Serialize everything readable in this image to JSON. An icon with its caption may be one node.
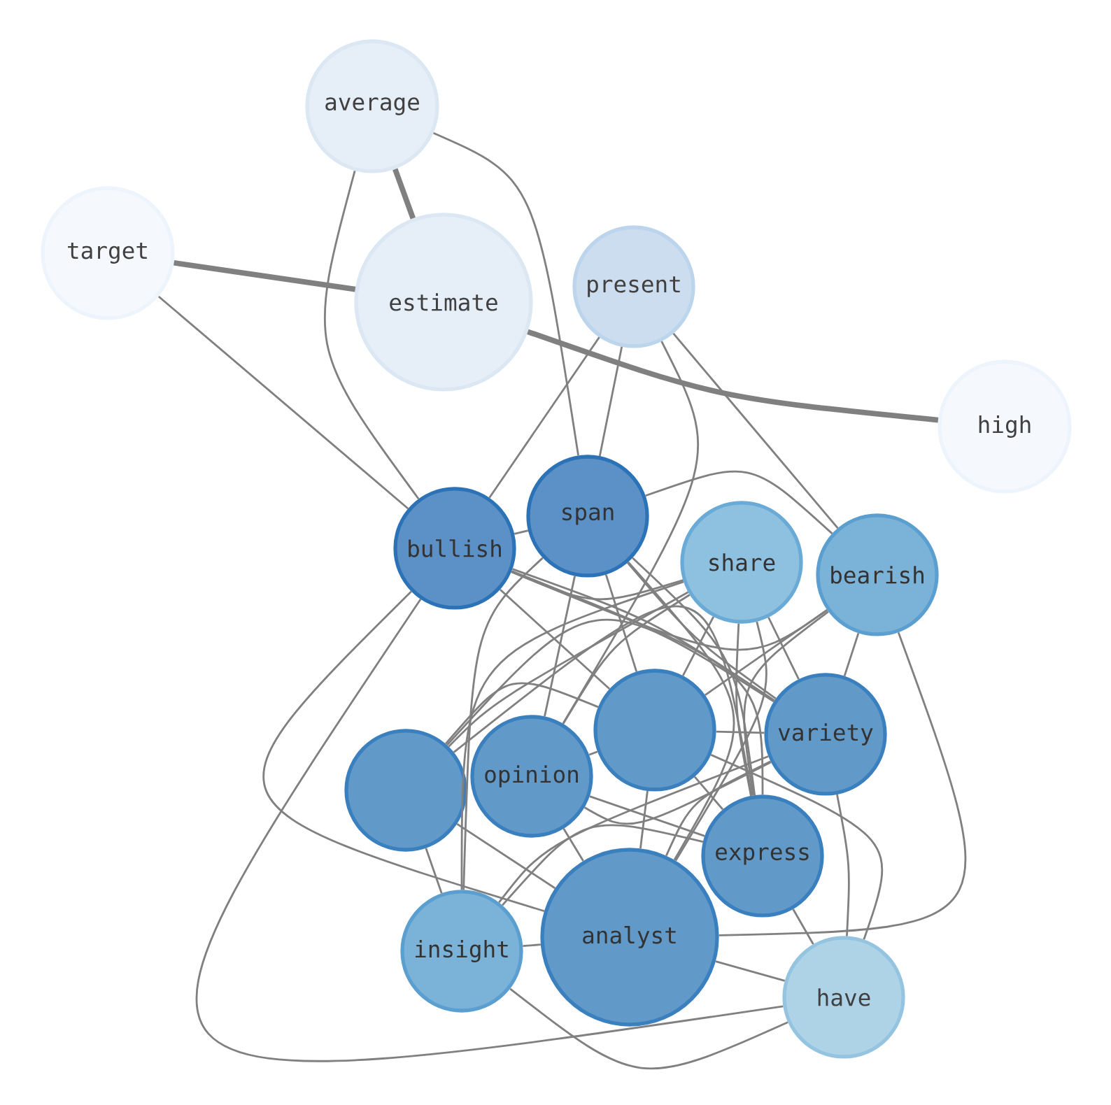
{
  "diagram": {
    "nodes": [
      {
        "text": [
          "average"
        ]
      },
      {
        "text": [
          "target"
        ]
      },
      {
        "text": [
          "estimate"
        ]
      },
      {
        "text": [
          "present"
        ]
      },
      {
        "text": [
          "high"
        ]
      },
      {
        "text": [
          "span"
        ]
      },
      {
        "text": [
          "bullish"
        ]
      },
      {
        "text": [
          "share"
        ]
      },
      {
        "text": [
          "bearish"
        ]
      },
      {
        "text": [],
        "shape": "circle"
      },
      {
        "text": [
          "variety"
        ]
      },
      {
        "text": [
          "opinion"
        ]
      },
      {
        "text": [],
        "shape": "circle"
      },
      {
        "text": [
          "express"
        ]
      },
      {
        "text": [
          "analyst"
        ]
      },
      {
        "text": [
          "insight"
        ]
      },
      {
        "text": [
          "have"
        ]
      }
    ],
    "edges": [
      {
        "from": 0,
        "to": 2,
        "arrow": "none",
        "style": "thick"
      },
      {
        "from": 1,
        "to": 2,
        "arrow": "none",
        "style": "thick"
      },
      {
        "from": 2,
        "to": 4,
        "arrow": "none",
        "style": "thick"
      },
      {
        "from": 0,
        "to": 6,
        "arrow": "none"
      },
      {
        "from": 0,
        "to": 5,
        "arrow": "none"
      },
      {
        "from": 1,
        "to": 6,
        "arrow": "none"
      },
      {
        "from": 3,
        "to": 6,
        "arrow": "none"
      },
      {
        "from": 3,
        "to": 5,
        "arrow": "none"
      },
      {
        "from": 3,
        "to": 11,
        "arrow": "none"
      },
      {
        "from": 3,
        "to": 8,
        "arrow": "none"
      },
      {
        "from": 6,
        "to": 5,
        "arrow": "none"
      },
      {
        "from": 6,
        "to": 7,
        "arrow": "none"
      },
      {
        "from": 6,
        "to": 8,
        "arrow": "none"
      },
      {
        "from": 6,
        "to": 12,
        "arrow": "none"
      },
      {
        "from": 6,
        "to": 10,
        "arrow": "none"
      },
      {
        "from": 6,
        "to": 13,
        "arrow": "none"
      },
      {
        "from": 6,
        "to": 14,
        "arrow": "none"
      },
      {
        "from": 6,
        "to": 16,
        "arrow": "none"
      },
      {
        "from": 5,
        "to": 8,
        "arrow": "none"
      },
      {
        "from": 5,
        "to": 12,
        "arrow": "none"
      },
      {
        "from": 5,
        "to": 10,
        "arrow": "none"
      },
      {
        "from": 5,
        "to": 11,
        "arrow": "none"
      },
      {
        "from": 5,
        "to": 14,
        "arrow": "none"
      },
      {
        "from": 5,
        "to": 13,
        "arrow": "none"
      },
      {
        "from": 5,
        "to": 15,
        "arrow": "none"
      },
      {
        "from": 7,
        "to": 9,
        "arrow": "none"
      },
      {
        "from": 7,
        "to": 11,
        "arrow": "none"
      },
      {
        "from": 7,
        "to": 12,
        "arrow": "none"
      },
      {
        "from": 7,
        "to": 10,
        "arrow": "none"
      },
      {
        "from": 7,
        "to": 13,
        "arrow": "none"
      },
      {
        "from": 7,
        "to": 14,
        "arrow": "none"
      },
      {
        "from": 7,
        "to": 15,
        "arrow": "none"
      },
      {
        "from": 8,
        "to": 12,
        "arrow": "none"
      },
      {
        "from": 8,
        "to": 10,
        "arrow": "none"
      },
      {
        "from": 8,
        "to": 13,
        "arrow": "none"
      },
      {
        "from": 8,
        "to": 14,
        "arrow": "none"
      },
      {
        "from": 12,
        "to": 10,
        "arrow": "none"
      },
      {
        "from": 12,
        "to": 11,
        "arrow": "none"
      },
      {
        "from": 12,
        "to": 9,
        "arrow": "none"
      },
      {
        "from": 12,
        "to": 13,
        "arrow": "none"
      },
      {
        "from": 12,
        "to": 14,
        "arrow": "none"
      },
      {
        "from": 12,
        "to": 16,
        "arrow": "none"
      },
      {
        "from": 10,
        "to": 11,
        "arrow": "none"
      },
      {
        "from": 10,
        "to": 9,
        "arrow": "none"
      },
      {
        "from": 10,
        "to": 15,
        "arrow": "none"
      },
      {
        "from": 10,
        "to": 14,
        "arrow": "none"
      },
      {
        "from": 10,
        "to": 16,
        "arrow": "none"
      },
      {
        "from": 13,
        "to": 9,
        "arrow": "none"
      },
      {
        "from": 13,
        "to": 11,
        "arrow": "none"
      },
      {
        "from": 13,
        "to": 15,
        "arrow": "none"
      },
      {
        "from": 13,
        "to": 16,
        "arrow": "none"
      },
      {
        "from": 14,
        "to": 9,
        "arrow": "none"
      },
      {
        "from": 14,
        "to": 15,
        "arrow": "none"
      },
      {
        "from": 14,
        "to": 16,
        "arrow": "none"
      },
      {
        "from": 14,
        "to": 11,
        "arrow": "none"
      },
      {
        "from": 15,
        "to": 16,
        "arrow": "none"
      },
      {
        "from": 9,
        "to": 15,
        "arrow": "none"
      }
    ]
  }
}
